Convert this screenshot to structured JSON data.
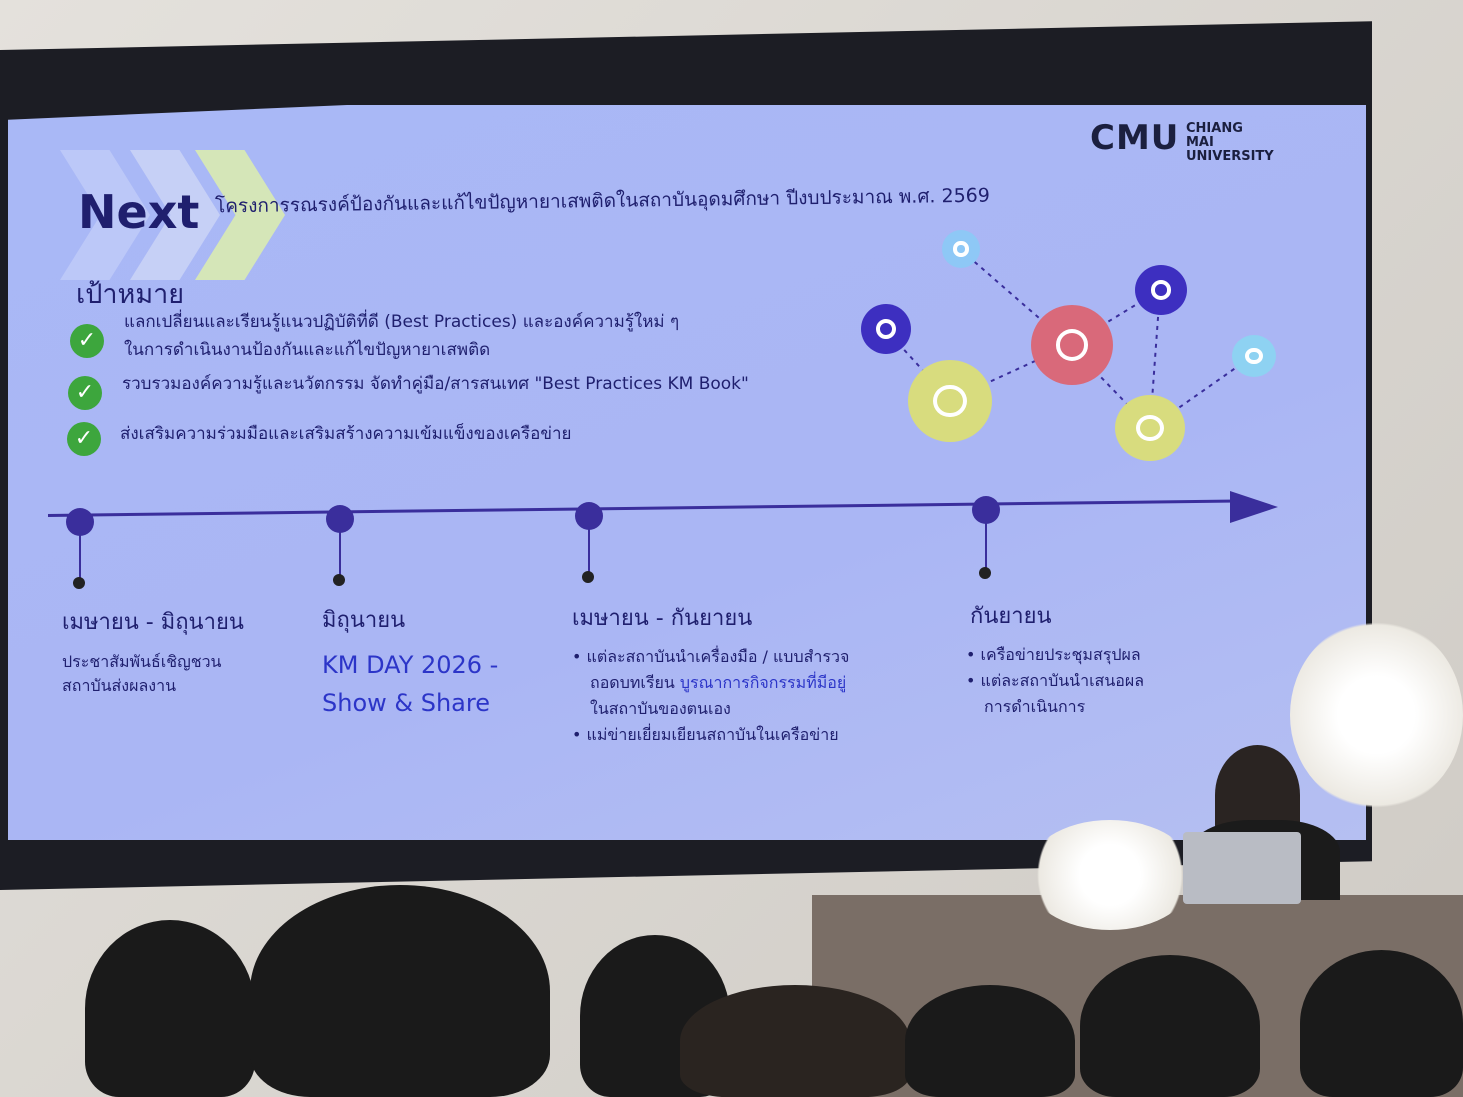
{
  "slide": {
    "logo": {
      "mark": "CMU",
      "name_line1": "CHIANG MAI",
      "name_line2": "UNIVERSITY"
    },
    "heading": "Next",
    "title": "โครงการรณรงค์ป้องกันและแก้ไขปัญหายาเสพติดในสถาบันอุดมศึกษา ปีงบประมาณ พ.ศ. 2569",
    "goals_heading": "เป้าหมาย",
    "goals": [
      {
        "line1": "แลกเปลี่ยนและเรียนรู้แนวปฏิบัติที่ดี (Best Practices) และองค์ความรู้ใหม่ ๆ",
        "line2": "ในการดำเนินงานป้องกันและแก้ไขปัญหายาเสพติด"
      },
      {
        "line1": "รวบรวมองค์ความรู้และนวัตกรรม จัดทำคู่มือ/สารสนเทศ \"Best Practices KM Book\""
      },
      {
        "line1": "ส่งเสริมความร่วมมือและเสริมสร้างความเข้มแข็งของเครือข่าย"
      }
    ],
    "timeline": [
      {
        "period": "เมษายน - มิถุนายน",
        "desc1": "ประชาสัมพันธ์เชิญชวน",
        "desc2": "สถาบันส่งผลงาน"
      },
      {
        "period": "มิถุนายน",
        "highlight1": "KM DAY 2026 -",
        "highlight2": "Show & Share"
      },
      {
        "period": "เมษายน - กันยายน",
        "b1a": "แต่ละสถาบันนำเครื่องมือ / แบบสำรวจ",
        "b1b": "ถอดบทเรียน ",
        "b1link": "บูรณาการกิจกรรมที่มีอยู่",
        "b1c": "ในสถาบันของตนเอง",
        "b2": "แม่ข่ายเยี่ยมเยียนสถาบันในเครือข่าย"
      },
      {
        "period": "กันยายน",
        "b1": "เครือข่ายประชุมสรุปผล",
        "b2a": "แต่ละสถาบันนำเสนอผล",
        "b2b": "การดำเนินการ"
      }
    ]
  },
  "colors": {
    "slide_bg": "#aab6f4",
    "text": "#1f1f6e",
    "accent": "#3a2e9c",
    "check": "#3da63d",
    "link": "#2c35c8"
  }
}
